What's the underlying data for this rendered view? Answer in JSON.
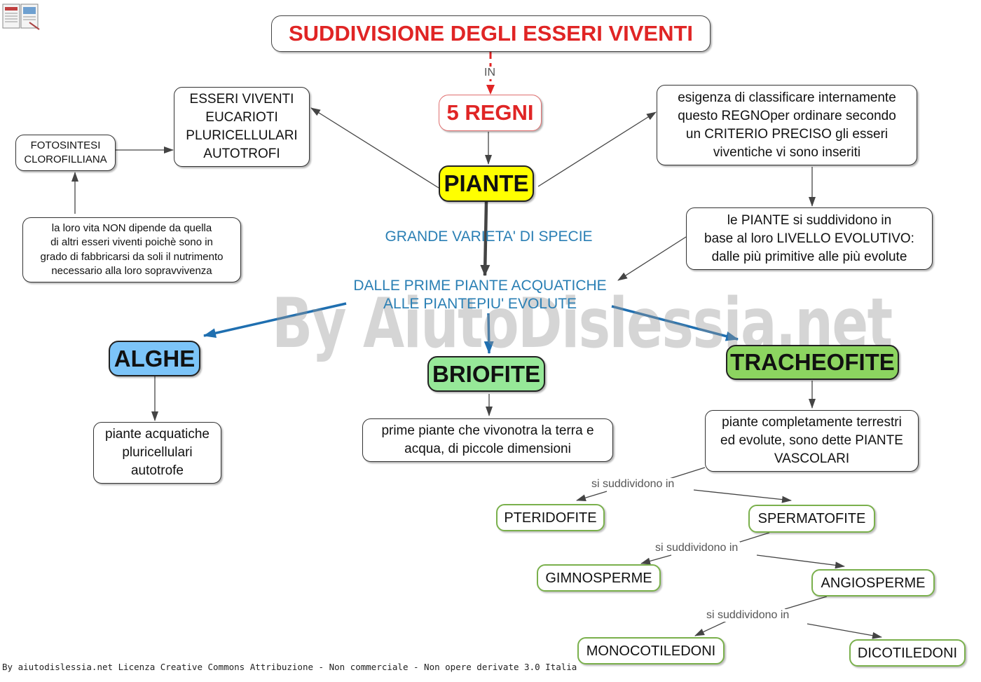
{
  "title": "SUDDIVISIONE DEGLI ESSERI VIVENTI",
  "link_in": "IN",
  "regni": "5 REGNI",
  "piante": "PIANTE",
  "eucarioti": "ESSERI VIVENTI\nEUCARIOTI\nPLURICELLULARI\nAUTOTROFI",
  "fotosintesi": "FOTOSINTESI\nCLOROFILLIANA",
  "vita": "la loro vita NON dipende da quella\ndi altri esseri viventi poichè sono in\ngrado di fabbricarsi da soli il nutrimento\nnecessario alla loro sopravvivenza",
  "esigenza": "esigenza di classificare internamente\nquesto REGNOper ordinare secondo\nun CRITERIO PRECISO gli esseri\nviventiche vi sono inseriti",
  "livello": "le PIANTE si suddividono in\nbase al loro LIVELLO EVOLUTIVO:\ndalle più primitive alle più evolute",
  "varieta": "GRANDE VARIETA'  DI SPECIE",
  "dalle": "DALLE PRIME PIANTE ACQUATICHE\nALLE PIANTEPIU' EVOLUTE",
  "alghe": "ALGHE",
  "briofite": "BRIOFITE",
  "tracheofite": "TRACHEOFITE",
  "alghe_desc": "piante acquatiche\npluricellulari\nautotrofe",
  "briofite_desc": "prime piante che vivonotra la terra e\nacqua, di piccole dimensioni",
  "tracheofite_desc": "piante completamente terrestri\ned evolute, sono dette PIANTE\nVASCOLARI",
  "link_suddividono": "si suddividono in",
  "pteridofite": "PTERIDOFITE",
  "spermatofite": "SPERMATOFITE",
  "gimnosperme": "GIMNOSPERME",
  "angiosperme": "ANGIOSPERME",
  "monocotiledoni": "MONOCOTILEDONI",
  "dicotiledoni": "DICOTILEDONI",
  "watermark": "By AiutoDislessia.net",
  "footer": "By aiutodislessia.net Licenza Creative Commons Attribuzione - Non commerciale - Non opere derivate 3.0 Italia",
  "colors": {
    "title_red": "#e02525",
    "piante_yellow": "#ffff00",
    "alghe_blue": "#7cc4f8",
    "briofite_green": "#96e898",
    "tracheofite_green": "#8cd460",
    "leaf_border_green": "#7ab04c",
    "blue_text": "#2a7fb4",
    "blue_arrow": "#1f6fb0"
  }
}
